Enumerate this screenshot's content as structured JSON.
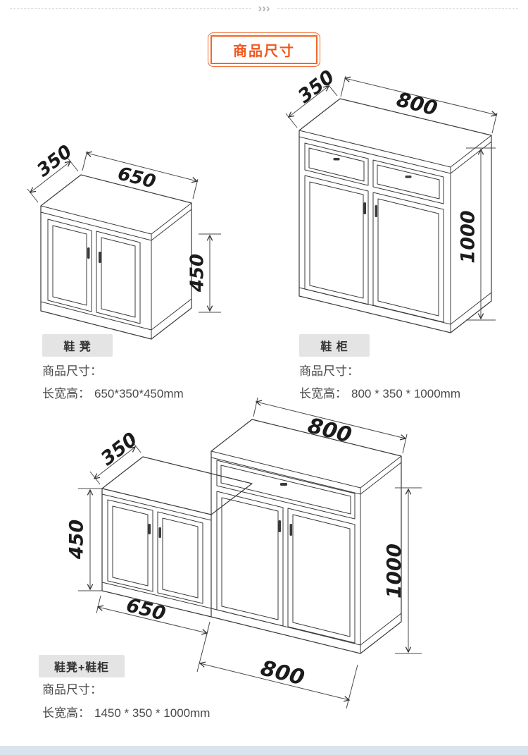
{
  "header": {
    "chevrons": "›››",
    "title": "商品尺寸"
  },
  "bench": {
    "badge": "鞋 凳",
    "size_title": "商品尺寸：",
    "size_label": "长宽高：",
    "size_value": "650*350*450mm",
    "dims": {
      "depth": "350",
      "width": "650",
      "height": "450"
    }
  },
  "cabinet": {
    "badge": "鞋 柜",
    "size_title": "商品尺寸：",
    "size_label": "长宽高：",
    "size_value": "800 * 350 * 1000mm",
    "dims": {
      "depth": "350",
      "width": "800",
      "height": "1000"
    }
  },
  "combo": {
    "badge": "鞋凳+鞋柜",
    "size_title": "商品尺寸：",
    "size_label": "长宽高：",
    "size_value": "1450 * 350 * 1000mm",
    "dims": {
      "depth": "350",
      "width_top": "800",
      "height_left": "450",
      "width_bench": "650",
      "height_right": "1000",
      "width_bottom": "800"
    }
  },
  "colors": {
    "accent": "#f2571d",
    "badge_bg": "#e4e4e4",
    "footer_bar": "#d9e5ee",
    "line": "#3a3a3a"
  }
}
